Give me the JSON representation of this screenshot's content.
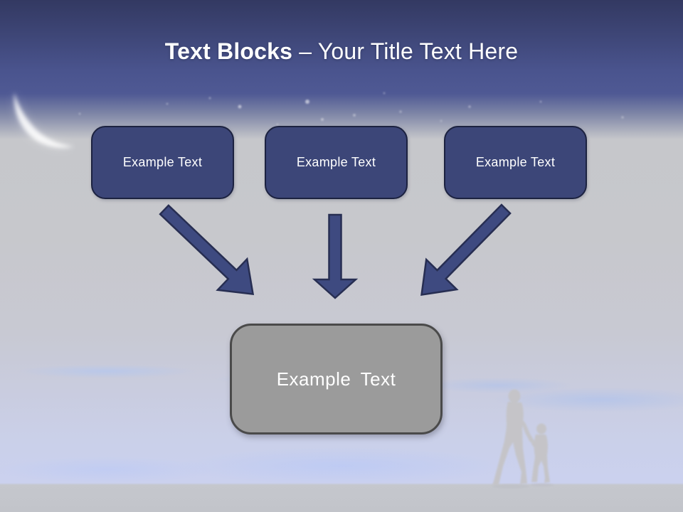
{
  "title": {
    "bold": "Text Blocks",
    "dash": "–",
    "rest": "Your Title Text Here"
  },
  "source_boxes": [
    {
      "label": "Example Text"
    },
    {
      "label": "Example Text"
    },
    {
      "label": "Example Text"
    }
  ],
  "result_box": {
    "label": "Example Text"
  },
  "icons": {
    "arrows": [
      "arrow-down-right-icon",
      "arrow-down-icon",
      "arrow-down-left-icon"
    ],
    "scene": [
      "crescent-moon-icon",
      "stars",
      "adult-and-child-silhouette"
    ]
  },
  "colors": {
    "header_top": "#333962",
    "header_bottom": "#4f5994",
    "background_light": "#c6c7cb",
    "background_bottom": "#cbd1ee",
    "block_fill": "#3c4678",
    "block_border": "#1c2240",
    "block_text": "#ffffff",
    "arrow_fill": "#3e4a80",
    "arrow_outline": "#272e52",
    "result_fill": "#9b9b9b",
    "result_border": "#4a4a4a",
    "result_text": "#ffffff"
  }
}
